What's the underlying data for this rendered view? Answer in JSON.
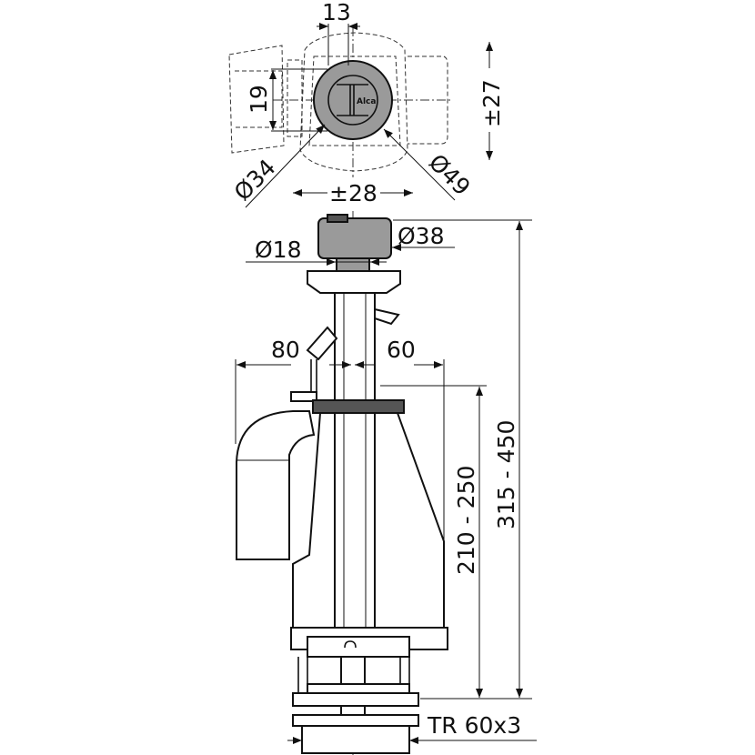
{
  "drawing": {
    "brand_mark": "Alca",
    "top_view": {
      "dim_13": "13",
      "dim_19": "19",
      "dim_27": "±27",
      "dim_34": "Ø34",
      "dim_49": "Ø49",
      "dim_28": "±28"
    },
    "side_view": {
      "dim_18": "Ø18",
      "dim_38": "Ø38",
      "dim_80": "80",
      "dim_60": "60",
      "dim_210_250": "210 - 250",
      "dim_315_450": "315 - 450",
      "thread": "TR 60x3"
    },
    "colors": {
      "gray_part": "#9a9a9a",
      "dark_part": "#555555",
      "line": "#111111"
    }
  }
}
